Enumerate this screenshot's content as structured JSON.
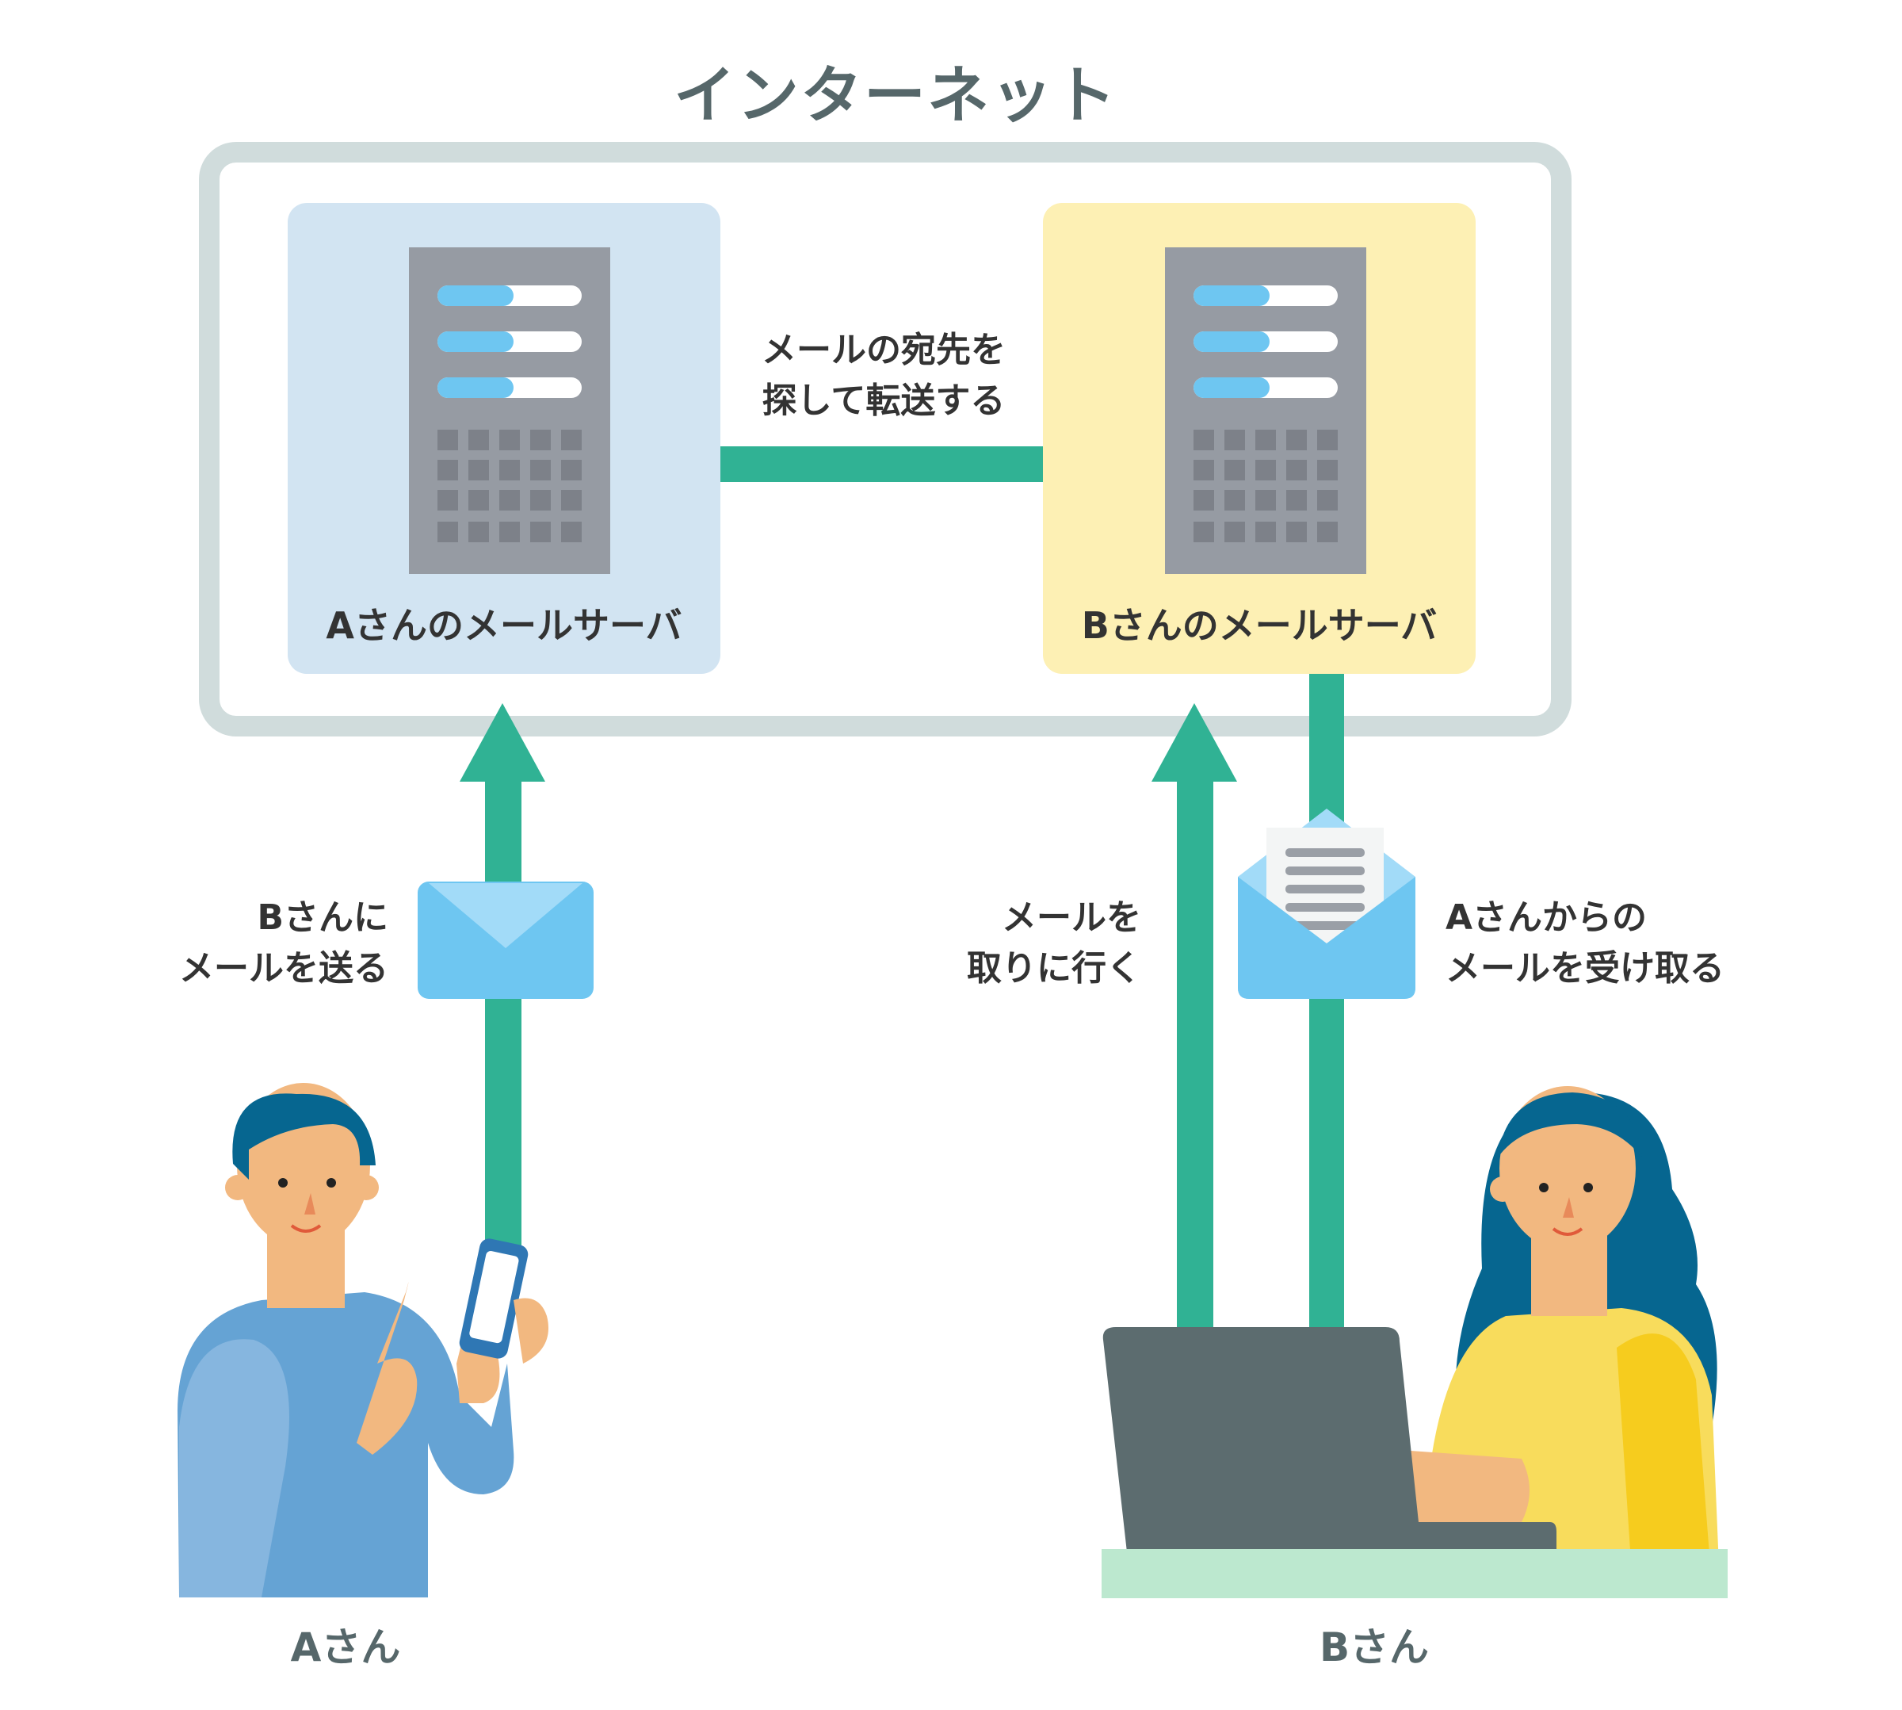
{
  "title": "インターネット",
  "servers": [
    {
      "label": "Aさんのメールサーバ"
    },
    {
      "label": "Bさんのメールサーバ"
    }
  ],
  "labels": {
    "forward": "メールの宛先を\n探して転送する",
    "send": "Bさんに\nメールを送る",
    "fetch": "メールを\n取りに行く",
    "receive": "Aさんからの\nメールを受け取る"
  },
  "people": [
    {
      "label": "Aさん"
    },
    {
      "label": "Bさん"
    }
  ],
  "colors": {
    "frame": "#d0dcdc",
    "server_a_panel": "#d2e4f2",
    "server_b_panel": "#fdf0b4",
    "server_body": "#969ba3",
    "arrow": "#30b294",
    "envelope": "#6ec6f1",
    "title_text": "#56676a"
  },
  "icons": [
    "server-rack-icon",
    "envelope-icon",
    "open-envelope-icon",
    "smartphone-icon",
    "laptop-icon"
  ]
}
